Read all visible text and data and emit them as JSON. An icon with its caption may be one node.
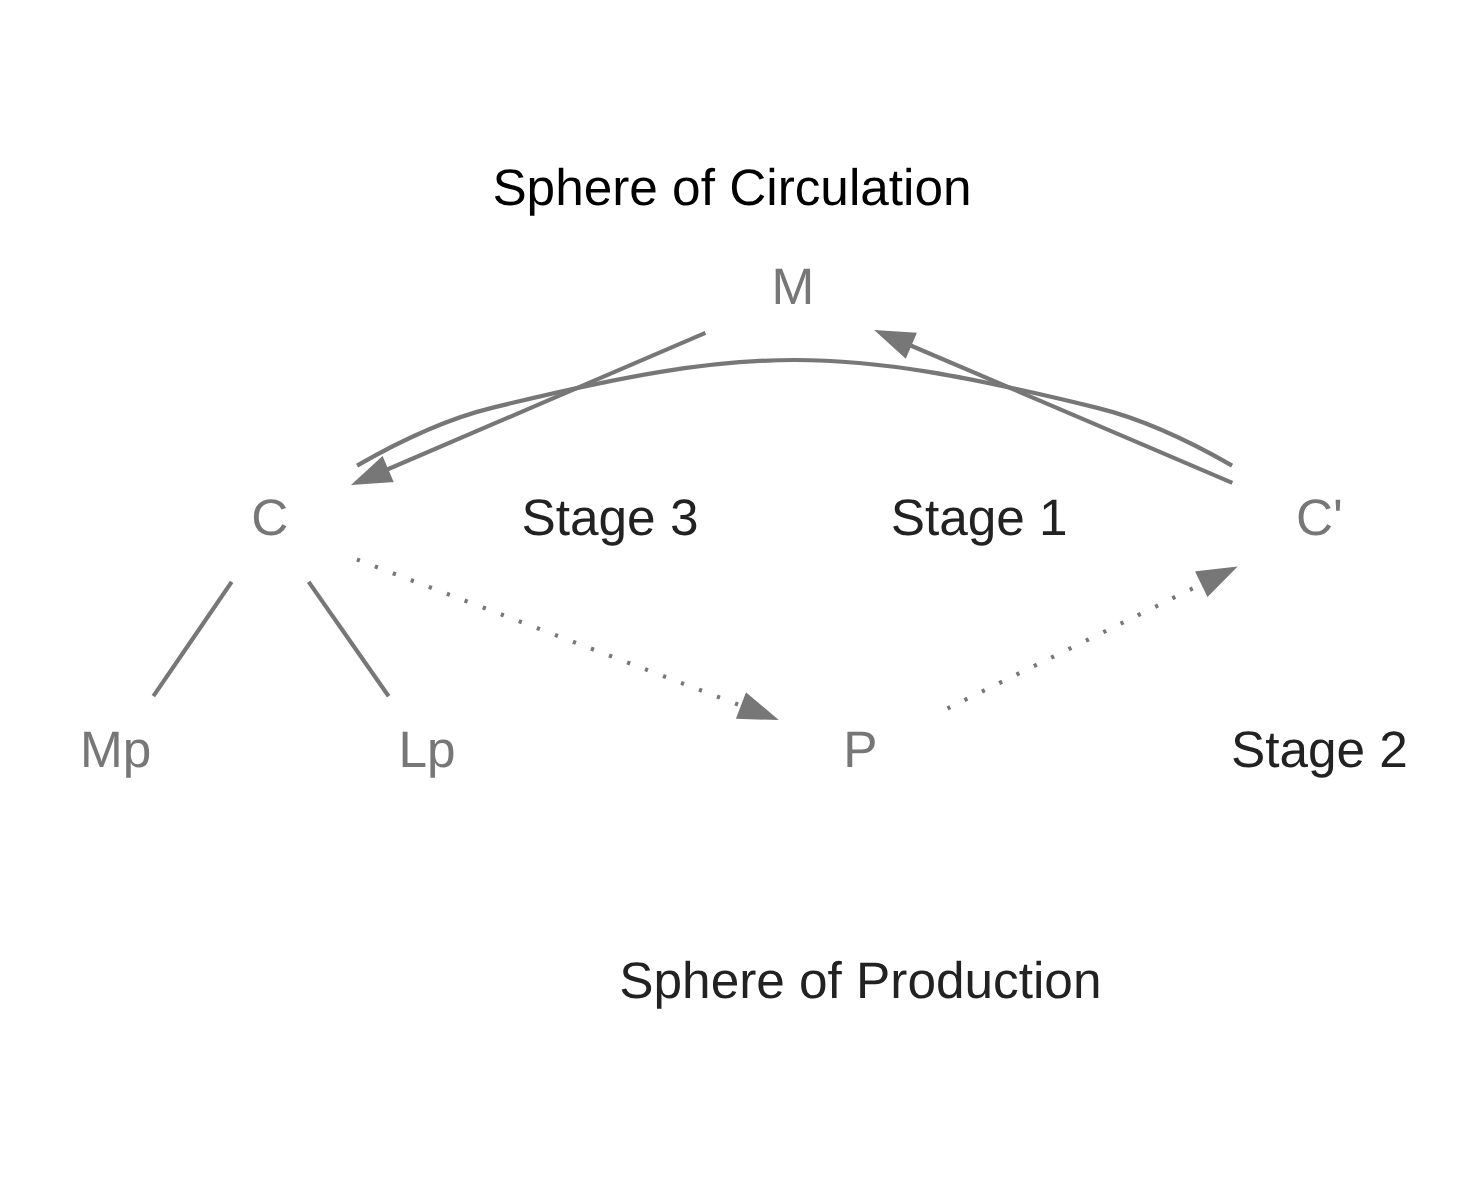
{
  "diagram": {
    "title": "Sphere of Circulation",
    "caption": "Sphere of Production",
    "nodes": [
      {
        "text": [
          "M"
        ]
      },
      {
        "text": [
          "C'"
        ]
      },
      {
        "text": [
          "C"
        ]
      },
      {
        "text": [
          "Mp"
        ]
      },
      {
        "text": [
          "Lp"
        ]
      },
      {
        "text": [
          "P"
        ]
      }
    ],
    "edges": [
      {
        "from": 0,
        "to": 2,
        "arrow": "to"
      },
      {
        "from": 2,
        "to": 5,
        "arrow": "to",
        "style": "dashed"
      },
      {
        "from": 5,
        "to": 1,
        "arrow": "to",
        "style": "dashed"
      },
      {
        "from": 1,
        "to": 0,
        "arrow": "to"
      },
      {
        "from": 1,
        "to": 2,
        "arrow": "none"
      },
      {
        "from": 2,
        "to": 3,
        "arrow": "none"
      },
      {
        "from": 2,
        "to": 4,
        "arrow": "none"
      }
    ],
    "labels": [
      "Stage 3",
      "Stage 1",
      "Stage 2"
    ]
  }
}
